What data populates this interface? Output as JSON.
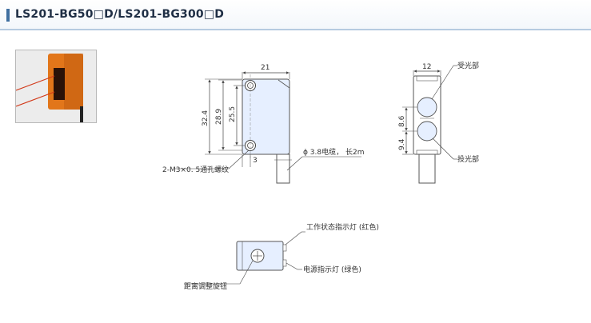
{
  "header": {
    "title": "LS201-BG50□D/LS201-BG300□D"
  },
  "colors": {
    "accent": "#3f6fa0",
    "sensor_body": "#e6efff",
    "sensor_orange": "#e2761a"
  },
  "side_view": {
    "width_dim": "21",
    "dim_32_4": "32.4",
    "dim_28_9": "28.9",
    "dim_25_5": "25.5",
    "dim_3": "3",
    "hole_label": "2-M3×0. 5通孔螺纹",
    "cable_label": "ϕ 3.8电缆， 长2m"
  },
  "front_view": {
    "width_dim": "12",
    "dim_8_6": "8.6",
    "dim_9_4": "9.4",
    "receiver_label": "受光部",
    "emitter_label": "投光部"
  },
  "top_view": {
    "status_led_label": "工作状态指示灯 (红色)",
    "power_led_label": "电源指示灯 (绿色)",
    "knob_label": "距离调整旋钮"
  }
}
